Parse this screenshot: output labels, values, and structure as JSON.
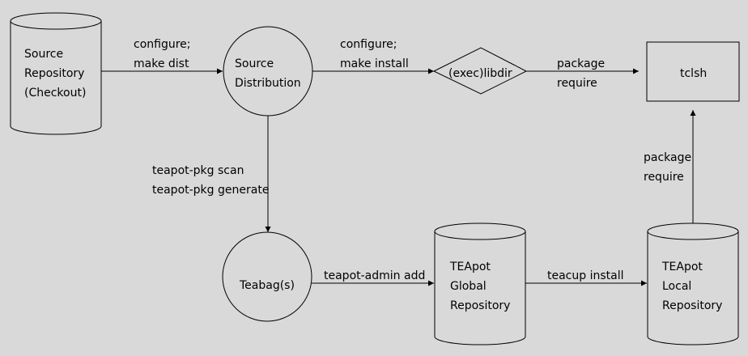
{
  "nodes": {
    "source_repository": [
      "Source",
      "Repository",
      "(Checkout)"
    ],
    "source_distribution": [
      "Source",
      "Distribution"
    ],
    "exec_libdir": [
      "(exec)libdir"
    ],
    "tclsh": [
      "tclsh"
    ],
    "teabags": [
      "Teabag(s)"
    ],
    "teapot_global": [
      "TEApot",
      "Global",
      "Repository"
    ],
    "teapot_local": [
      "TEApot",
      "Local",
      "Repository"
    ]
  },
  "edges": {
    "repo_to_dist": [
      "configure;",
      "make dist"
    ],
    "dist_to_libdir": [
      "configure;",
      "make install"
    ],
    "libdir_to_tclsh": [
      "package",
      "require"
    ],
    "dist_to_teabags": [
      "teapot-pkg scan",
      "teapot-pkg generate"
    ],
    "teabags_to_global": [
      "teapot-admin add"
    ],
    "global_to_local": [
      "teacup install"
    ],
    "local_to_tclsh": [
      "package",
      "require"
    ]
  }
}
